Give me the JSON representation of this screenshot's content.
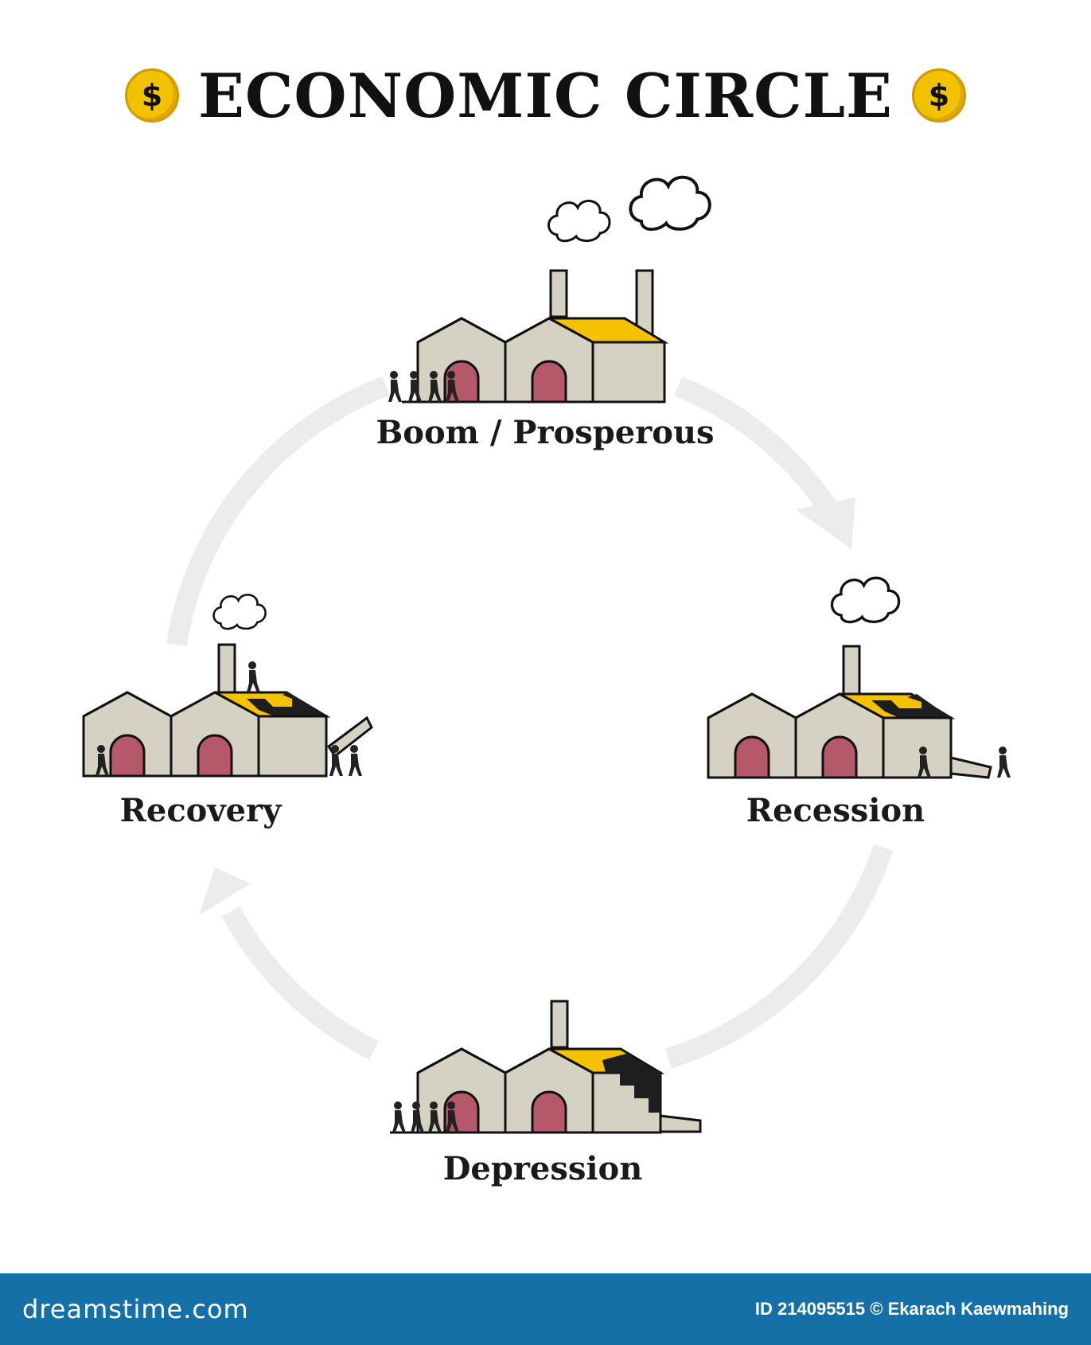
{
  "header": {
    "title": "ECONOMIC CIRCLE",
    "coin_symbol": "$",
    "coin_icon": "dollar-coin-icon"
  },
  "stages": [
    {
      "id": "boom",
      "label": "Boom / Prosperous",
      "smoke_clouds": 2,
      "workers": 4
    },
    {
      "id": "recession",
      "label": "Recession",
      "smoke_clouds": 1,
      "workers": 2
    },
    {
      "id": "depression",
      "label": "Depression",
      "smoke_clouds": 0,
      "workers": 4
    },
    {
      "id": "recovery",
      "label": "Recovery",
      "smoke_clouds": 1,
      "workers": 4
    }
  ],
  "colors": {
    "wall": "#d5d1c3",
    "roof": "#f5c200",
    "door": "#b5586a",
    "damage": "#1e1e1e",
    "cycle_arrow": "#eeeeee",
    "footer_bg": "#1470a6"
  },
  "footer": {
    "brand": "dreamstime.com",
    "credit": "ID 214095515 © Ekarach Kaewmahing"
  }
}
